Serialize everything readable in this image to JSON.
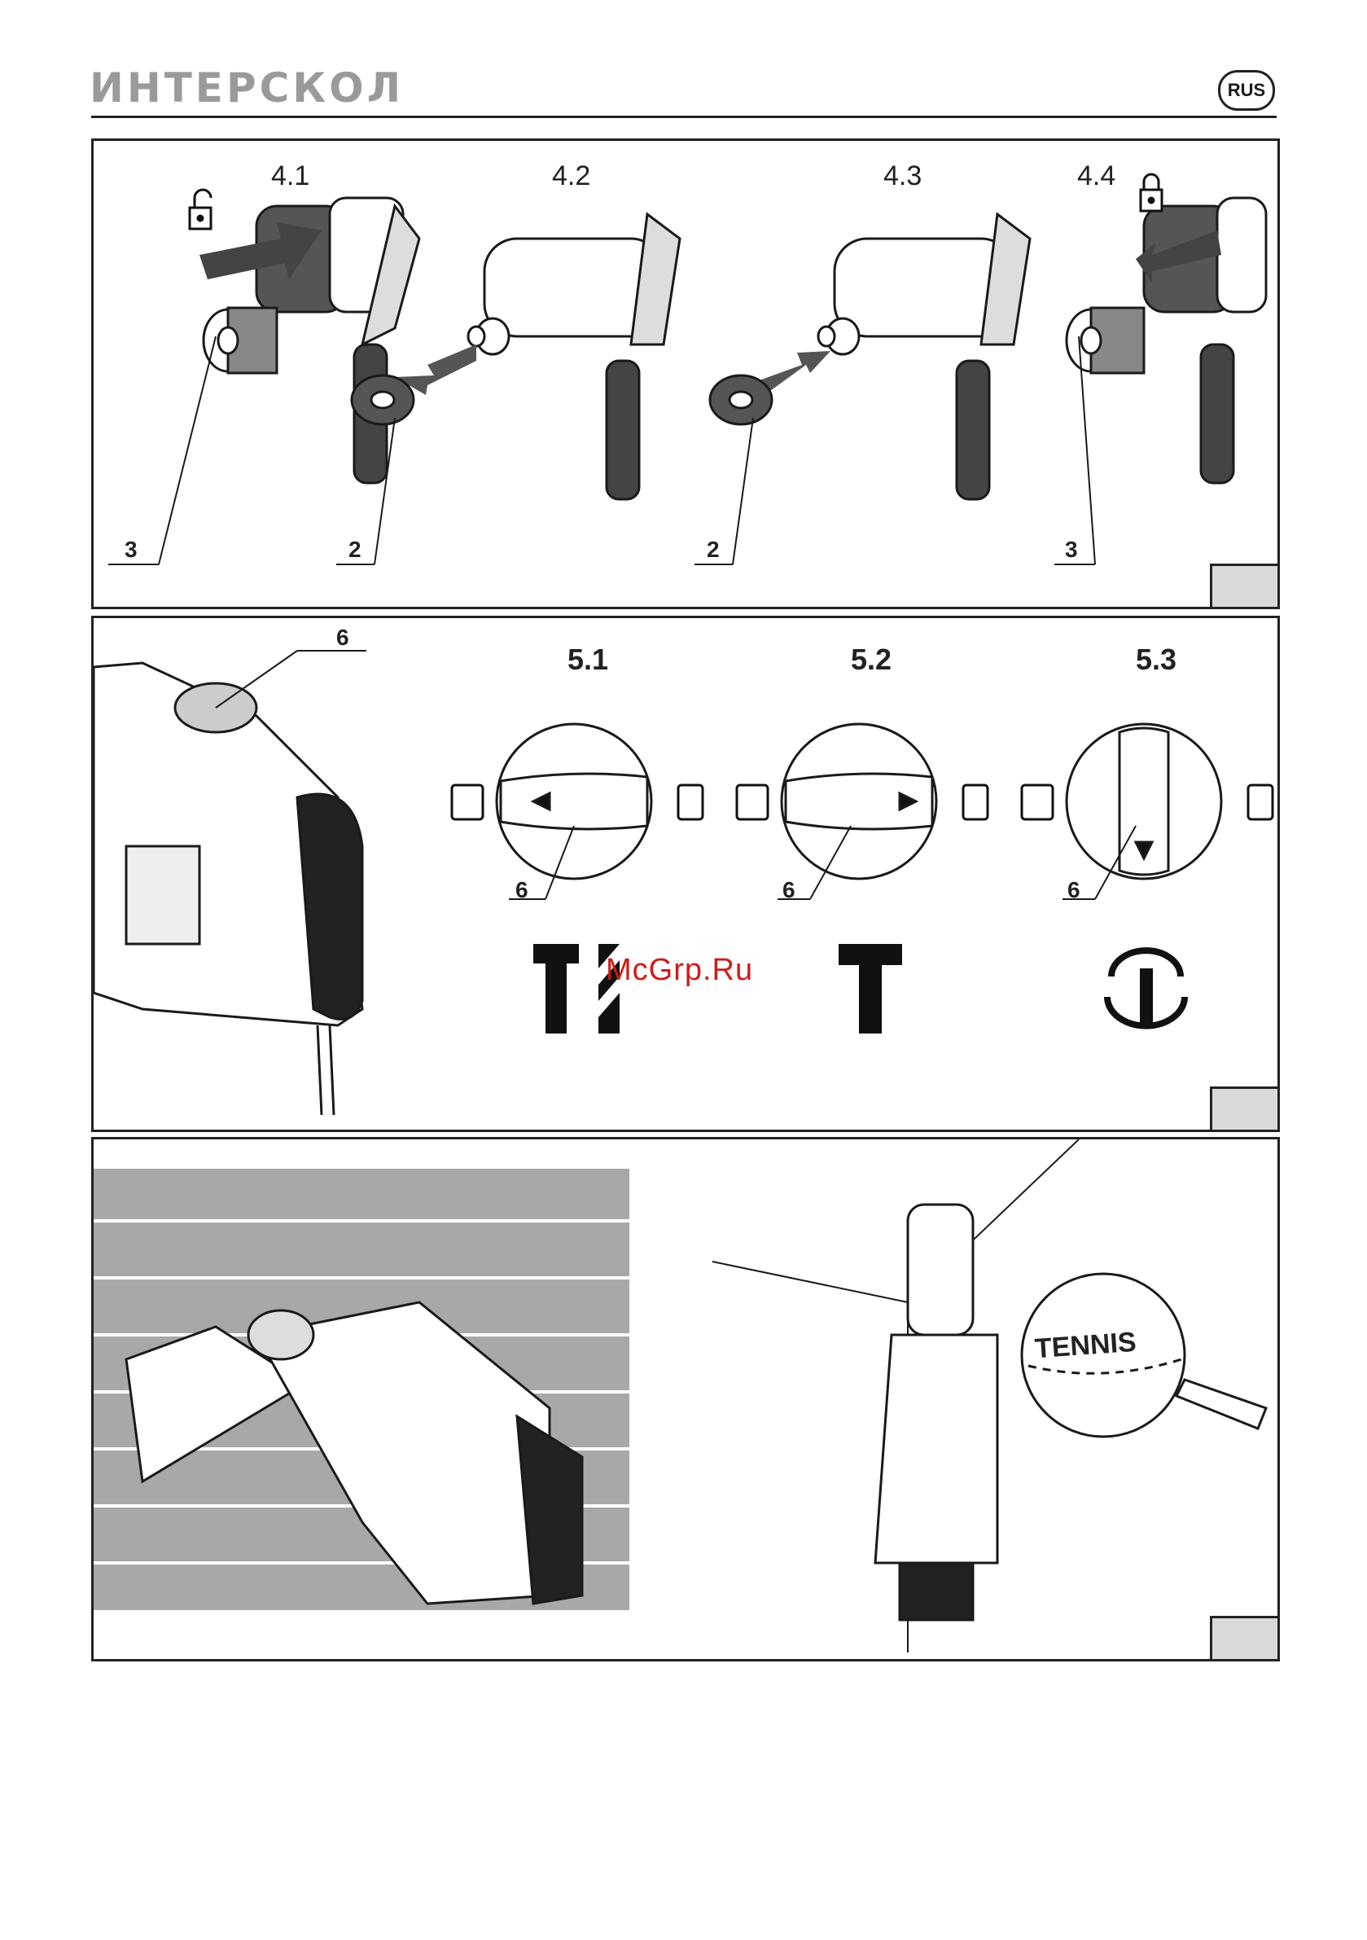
{
  "header": {
    "brand": "ИНТЕРСКОЛ",
    "lang": "RUS"
  },
  "fig4": {
    "steps": [
      "4.1",
      "4.2",
      "4.3",
      "4.4"
    ],
    "callouts": [
      "3",
      "2",
      "2",
      "3"
    ]
  },
  "fig5": {
    "steps": [
      "5.1",
      "5.2",
      "5.3"
    ],
    "callout_main": "6",
    "dial_callouts": [
      "6",
      "6",
      "6"
    ]
  },
  "watermark": "McGrp.Ru",
  "fig6": {
    "ball_text": "TENNIS"
  },
  "colors": {
    "line": "#1a1a1a",
    "wall": "#a8a8a8",
    "accent_dark": "#222222",
    "watermark": "#d11a1a",
    "box": "#d9d9d9"
  },
  "icons": [
    "unlock-icon",
    "lock-icon",
    "hammer-drill-mode-icon",
    "drill-mode-icon",
    "chisel-mode-icon",
    "chisel-rotate-icon"
  ]
}
